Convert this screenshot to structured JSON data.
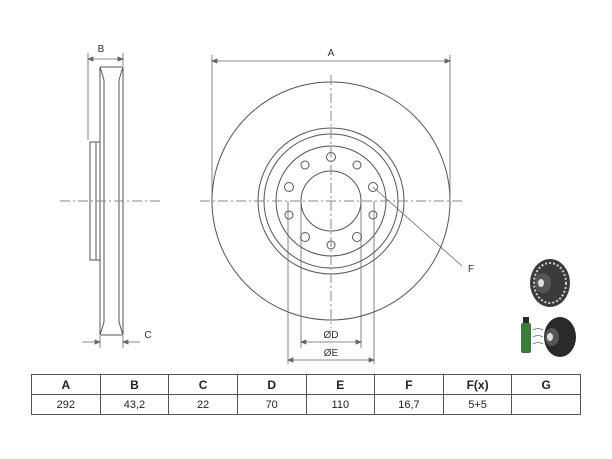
{
  "drawing": {
    "labels": {
      "a": "A",
      "b": "B",
      "c": "C",
      "d": "ØD",
      "e": "ØE",
      "f": "F"
    }
  },
  "table": {
    "headers": [
      "A",
      "B",
      "C",
      "D",
      "E",
      "F",
      "F(x)",
      "G"
    ],
    "values": [
      "292",
      "43,2",
      "22",
      "70",
      "110",
      "16,7",
      "5+5",
      ""
    ]
  },
  "colors": {
    "line": "#555555",
    "dim_line": "#666666",
    "icon_dark": "#2a2a2a",
    "icon_green": "#3c7a3c"
  }
}
